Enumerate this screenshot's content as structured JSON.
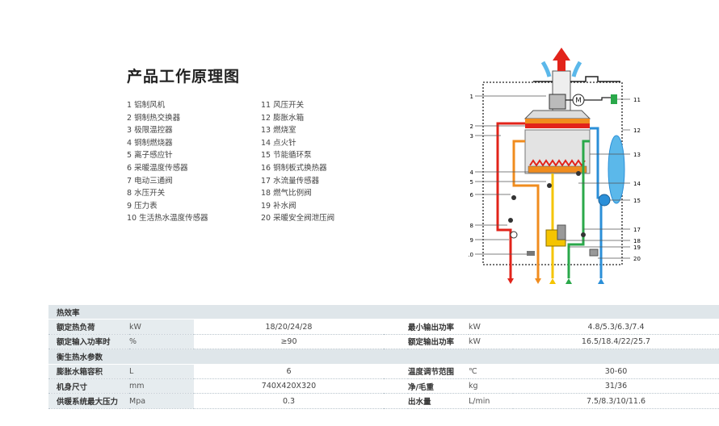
{
  "title": "产品工作原理图",
  "legend_left": [
    "1 铝制风机",
    "2 铜制热交换器",
    "3 极限温控器",
    "4 铜制燃烧器",
    "5 离子感应针",
    "6 采暖温度传感器",
    "7 电动三通阀",
    "8 水压开关",
    "9 压力表",
    "10 生活热水温度传感器"
  ],
  "legend_right": [
    "11 风压开关",
    "12 膨胀水箱",
    "13 燃烧室",
    "14 点火针",
    "15 节能循环泵",
    "16 铜制板式换热器",
    "17 水流量传感器",
    "18 燃气比例阀",
    "19 补水阀",
    "20 采暖安全阀泄压阀"
  ],
  "diagram": {
    "motor_label": "M",
    "left_numbers": [
      "1",
      "2",
      "3",
      "4",
      "5",
      "6",
      "8",
      "9",
      "10"
    ],
    "right_numbers": [
      "11",
      "12",
      "13",
      "14",
      "15",
      "17",
      "18",
      "19",
      "20"
    ],
    "colors": {
      "red": "#e2231a",
      "blue": "#2b8fd8",
      "orange": "#f08c1e",
      "yellow": "#f5c400",
      "green": "#2aa84a",
      "black": "#222222",
      "sky": "#5bb8ea"
    }
  },
  "specs": {
    "sections": [
      "热效率",
      "衡生热水参数"
    ],
    "rows_a": [
      {
        "l1": "额定热负荷",
        "u1": "kW",
        "v1": "18/20/24/28",
        "l2": "最小输出功率",
        "u2": "kW",
        "v2": "4.8/5.3/6.3/7.4"
      },
      {
        "l1": "额定输入功率时",
        "u1": "%",
        "v1": "≥90",
        "l2": "额定输出功率",
        "u2": "kW",
        "v2": "16.5/18.4/22/25.7"
      }
    ],
    "rows_b": [
      {
        "l1": "膨胀水箱容积",
        "u1": "L",
        "v1": "6",
        "l2": "温度调节范围",
        "u2": "℃",
        "v2": "30-60"
      },
      {
        "l1": "机身尺寸",
        "u1": "mm",
        "v1": "740X420X320",
        "l2": "净/毛重",
        "u2": "kg",
        "v2": "31/36"
      },
      {
        "l1": "供暖系统最大压力",
        "u1": "Mpa",
        "v1": "0.3",
        "l2": "出水量",
        "u2": "L/min",
        "v2": "7.5/8.3/10/11.6"
      }
    ]
  }
}
